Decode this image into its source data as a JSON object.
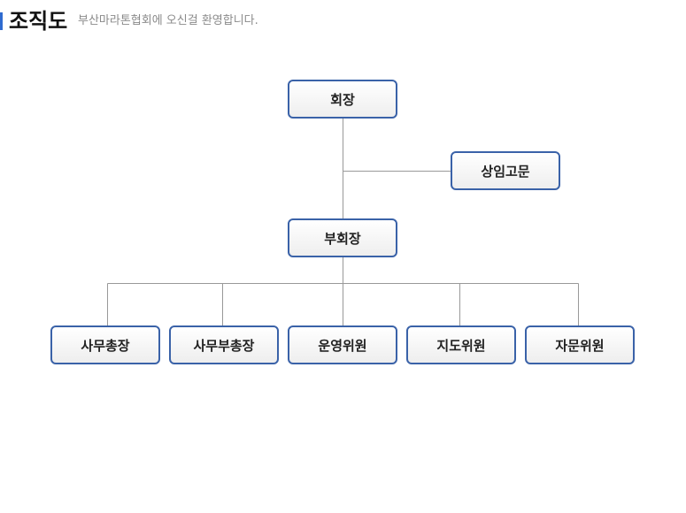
{
  "header": {
    "title": "조직도",
    "subtitle": "부산마라톤협회에 오신걸 환영합니다."
  },
  "org_chart": {
    "chairman": "회장",
    "standing_advisor": "상임고문",
    "vice_chairman": "부회장",
    "members": [
      "사무총장",
      "사무부총장",
      "운영위원",
      "지도위원",
      "자문위원"
    ]
  },
  "colors": {
    "accent": "#2f6bd0",
    "node_border": "#3a62a8",
    "connector": "#999999"
  }
}
